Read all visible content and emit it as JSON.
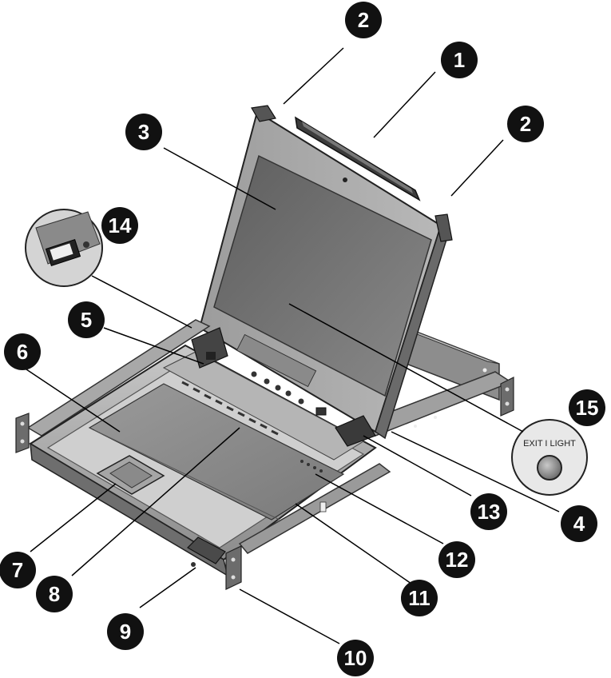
{
  "callouts": [
    {
      "id": "c1",
      "number": "1"
    },
    {
      "id": "c2a",
      "number": "2"
    },
    {
      "id": "c2b",
      "number": "2"
    },
    {
      "id": "c3",
      "number": "3"
    },
    {
      "id": "c4",
      "number": "4"
    },
    {
      "id": "c5",
      "number": "5"
    },
    {
      "id": "c6",
      "number": "6"
    },
    {
      "id": "c7",
      "number": "7"
    },
    {
      "id": "c8",
      "number": "8"
    },
    {
      "id": "c9",
      "number": "9"
    },
    {
      "id": "c10",
      "number": "10"
    },
    {
      "id": "c11",
      "number": "11"
    },
    {
      "id": "c12",
      "number": "12"
    },
    {
      "id": "c13",
      "number": "13"
    },
    {
      "id": "c14",
      "number": "14"
    },
    {
      "id": "c15",
      "number": "15"
    }
  ],
  "exit_light_label": "EXIT I LIGHT",
  "colors": {
    "callout_fill": "#111111",
    "device_light": "#d9d9d9",
    "device_mid": "#9a9a9a",
    "device_dark": "#5a5a5a",
    "screen": "#6b6b6b"
  }
}
